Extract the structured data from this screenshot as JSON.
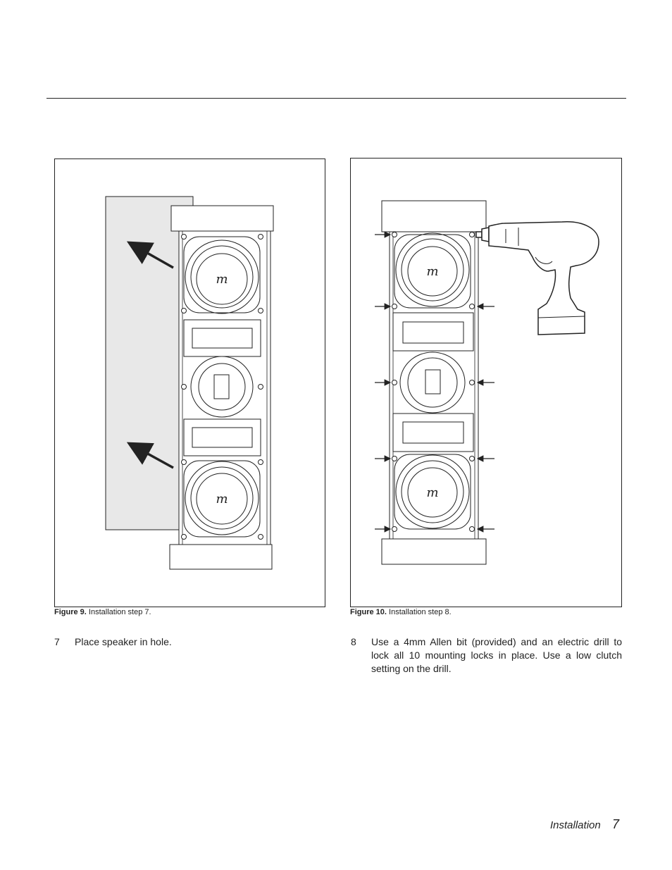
{
  "figures": [
    {
      "label": "Figure 9.",
      "caption": "Installation step 7."
    },
    {
      "label": "Figure 10.",
      "caption": "Installation step 8."
    }
  ],
  "steps": [
    {
      "number": "7",
      "text": "Place speaker in hole."
    },
    {
      "number": "8",
      "text": "Use a 4mm Allen bit (provided) and an electric drill to lock all 10 mounting locks in place. Use a low clutch setting on the drill."
    }
  ],
  "footer": {
    "section": "Installation",
    "page": "7"
  },
  "icons": [
    "speaker-illustration",
    "wall-panel",
    "arrow-icon",
    "electric-drill-illustration",
    "mounting-lock-arrow-icon"
  ]
}
